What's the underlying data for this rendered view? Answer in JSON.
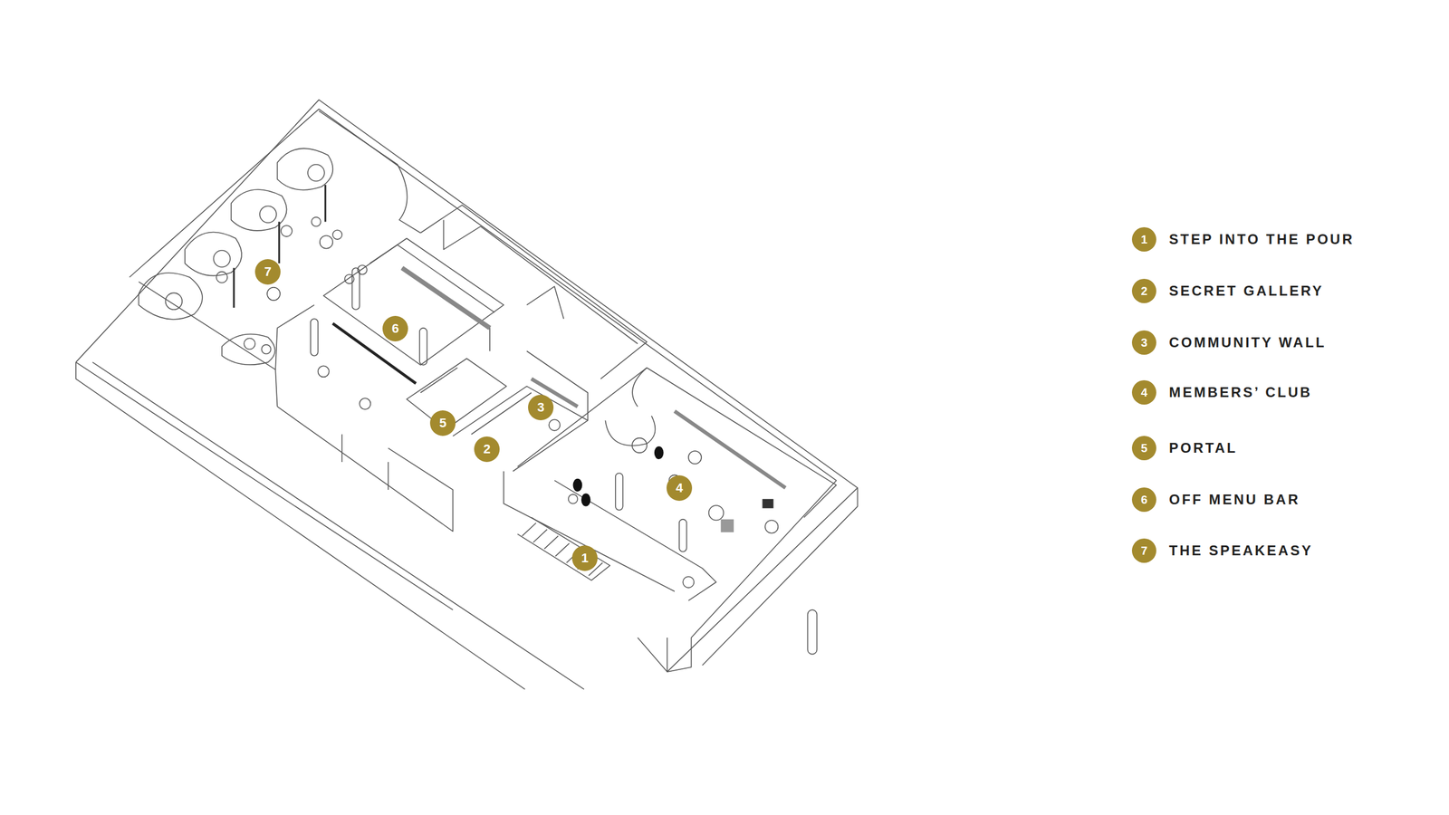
{
  "diagram": {
    "labels": [
      "1",
      "2",
      "3",
      "4",
      "5",
      "6",
      "7",
      "1",
      "2",
      "3",
      "4",
      "5",
      "6",
      "7"
    ],
    "legend": [
      {
        "text": "STEP INTO THE POUR",
        "color": "#a38a2e"
      },
      {
        "text": "SECRET GALLERY",
        "color": "#a38a2e"
      },
      {
        "text": "COMMUNITY WALL",
        "color": "#a38a2e"
      },
      {
        "text": "MEMBERS’ CLUB",
        "color": "#a38a2e"
      },
      {
        "text": "PORTAL",
        "color": "#a38a2e"
      },
      {
        "text": "OFF MENU BAR",
        "color": "#a38a2e"
      },
      {
        "text": "THE SPEAKEASY",
        "color": "#a38a2e"
      }
    ]
  }
}
